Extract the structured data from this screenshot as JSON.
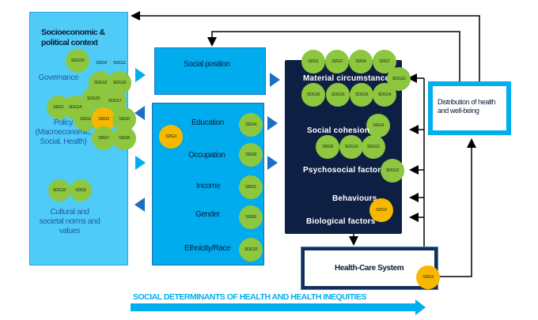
{
  "context": {
    "title": "Socioeconomic & political context",
    "governance": "Governance",
    "policy": "Policy (Macroeconomic, Social, Health)",
    "culture": "Cultural and societal norms and values",
    "sdgs_governance": [
      "SDG10",
      "SDG9",
      "SDG11",
      "SDG12",
      "SDG16",
      "SDG15",
      "SDG17"
    ],
    "sdgs_policy": [
      "SDG1",
      "SDG14",
      "SDG2",
      "SDG3",
      "SDG6",
      "SDG7",
      "SDG8"
    ],
    "sdgs_culture": [
      "SDG10",
      "SDG5"
    ]
  },
  "social_position": {
    "title": "Social position"
  },
  "structural": {
    "side_sdg": "SDG3",
    "items": [
      {
        "label": "Education",
        "sdg": "SDG4"
      },
      {
        "label": "Occupation",
        "sdg": "SDG8"
      },
      {
        "label": "Income",
        "sdg": "SDG1"
      },
      {
        "label": "Gender",
        "sdg": "SDG5"
      },
      {
        "label": "Ethnicity/Race",
        "sdg": "SDG10"
      }
    ]
  },
  "intermediary": {
    "material": "Material circumstances",
    "material_sdgs_top": [
      "SDG1",
      "SDG2",
      "SDG6",
      "SDG7"
    ],
    "material_sdg_right": "SDG13",
    "material_sdgs_bottom": [
      "SDG16",
      "SDG16",
      "SDG15",
      "SDG14"
    ],
    "cohesion": "Social cohesion",
    "cohesion_sdg_top": "SDG4",
    "cohesion_sdgs": [
      "SDG8",
      "SDG10",
      "SDG11"
    ],
    "psychosocial": "Psychosocial factors",
    "psychosocial_sdg": "SDG12",
    "behaviours": "Behaviours",
    "behaviours_sdg": "SDG3",
    "biological": "Biological factors"
  },
  "health_care": {
    "title": "Health-Care System",
    "sdg": "SDG3"
  },
  "distribution": {
    "title": "Distribution of health and well-being"
  },
  "banner": "SOCIAL DETERMINANTS OF HEALTH AND HEALTH INEQUITIES",
  "colors": {
    "context_box": "#4fcbf8",
    "structural_box": "#00acee",
    "intermediary_box": "#0e1f44",
    "sdg_green": "#8dc63f",
    "sdg_yellow": "#f9b800",
    "accent": "#00aeef"
  }
}
